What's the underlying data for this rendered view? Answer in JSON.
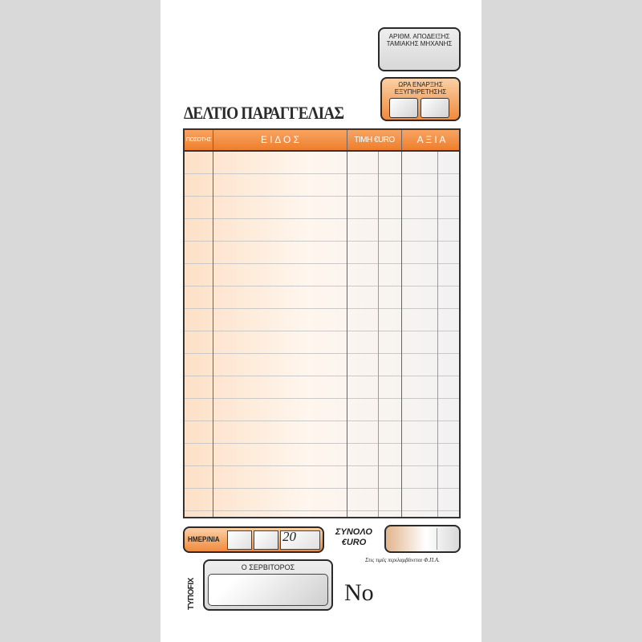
{
  "receipt_box": {
    "line1": "ΑΡΙΘΜ. ΑΠΟΔΕΙΞΗΣ",
    "line2": "ΤΑΜΙΑΚΗΣ ΜΗΧΑΝΗΣ"
  },
  "service_start": {
    "line1": "ΩΡΑ ΕΝΑΡΞΗΣ",
    "line2": "ΕΞΥΠΗΡΕΤΗΣΗΣ"
  },
  "title": "ΔΕΛΤΙΟ ΠΑΡΑΓΓΕΛΙΑΣ",
  "table": {
    "headers": {
      "quantity": "ΠΟΣΟΤΗΣ",
      "item": "Ε Ι Δ Ο Σ",
      "price": "ΤΙΜΗ €URO",
      "value": "Α Ξ Ι Α"
    }
  },
  "date": {
    "label": "ΗΜΕΡ/ΝΙΑ",
    "year_prefix": "20"
  },
  "total": {
    "line1": "ΣΥΝΟΛΟ",
    "line2": "€URO"
  },
  "vat_note": "Στις τιμές περιλαμβάνεται Φ.Π.Α.",
  "waiter_label": "Ο ΣΕΡΒΙΤΟΡΟΣ",
  "brand": "ΤΥΠΟFIX",
  "number_label": "No",
  "colors": {
    "accent_orange": "#ee7e2c",
    "border": "#2a2a2a",
    "background": "#d9d9d9"
  }
}
